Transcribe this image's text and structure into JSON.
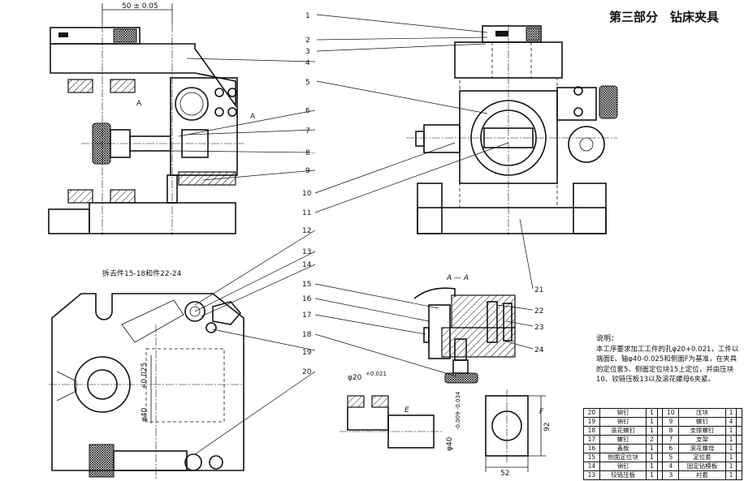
{
  "header": {
    "title": "第三部分　钻床夹具"
  },
  "dimensions": {
    "top_width": "50 ± 0.05",
    "section_label": "A — A",
    "section_mark_a": "A",
    "removed_note": "拆去件15-18和件22-24",
    "bore_dia": "φ20",
    "bore_tol": "+0.021",
    "pin_dia": "φ40",
    "pin_tol": "-0.009 -0.034",
    "inner_dia": "φ40",
    "inner_tol": "+0.025",
    "block_width": "52",
    "block_height": "92",
    "face_e": "E",
    "face_f": "F"
  },
  "callouts": [
    "1",
    "2",
    "3",
    "4",
    "5",
    "6",
    "7",
    "8",
    "9",
    "10",
    "11",
    "12",
    "13",
    "14",
    "15",
    "16",
    "17",
    "18",
    "19",
    "20",
    "21",
    "22",
    "23",
    "24"
  ],
  "notes": {
    "heading": "说明：",
    "body": "本工序要求加工工件的孔φ20+0.021，工件以端面E、轴φ40-0.025和侧面F为基准，在夹具的定位套5、侧面定位块15上定位，并由压块10、铰链压板13以及滚花螺母6夹紧。"
  },
  "bom": [
    [
      "20",
      "铆钉",
      "1",
      "",
      "10",
      "压块",
      "1",
      ""
    ],
    [
      "19",
      "销钉",
      "1",
      "",
      "9",
      "螺钉",
      "4",
      ""
    ],
    [
      "18",
      "滚花螺钉",
      "1",
      "",
      "8",
      "支撑螺钉",
      "1",
      ""
    ],
    [
      "17",
      "螺钉",
      "2",
      "",
      "7",
      "支架",
      "1",
      ""
    ],
    [
      "16",
      "盖板",
      "1",
      "",
      "6",
      "滚花螺母",
      "1",
      ""
    ],
    [
      "15",
      "侧面定位块",
      "1",
      "",
      "5",
      "定位套",
      "1",
      ""
    ],
    [
      "14",
      "销钉",
      "1",
      "",
      "4",
      "固定钻模板",
      "1",
      ""
    ],
    [
      "13",
      "铰链压板",
      "1",
      "",
      "3",
      "衬套",
      "1",
      ""
    ]
  ]
}
